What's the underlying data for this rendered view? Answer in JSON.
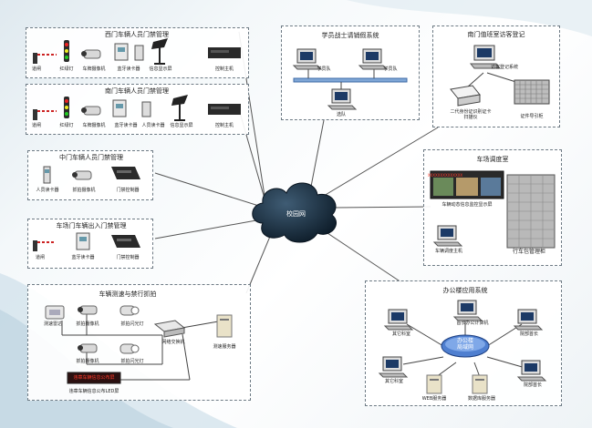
{
  "cloud_label": "校园网",
  "west_gate": {
    "title": "西门车辆人员门禁管理",
    "labels": [
      "道闸",
      "红绿灯",
      "车牌摄像机",
      "蓝牙读卡器",
      "信息显示屏",
      "控制主机"
    ]
  },
  "south_gate": {
    "title": "南门车辆人员门禁管理",
    "labels": [
      "道闸",
      "红绿灯",
      "车牌摄像机",
      "蓝牙读卡器",
      "人员读卡器",
      "信息显示屏",
      "控制主机"
    ]
  },
  "middle_gate": {
    "title": "中门车辆人员门禁管理",
    "labels": [
      "人员读卡器",
      "抓拍摄像机",
      "门禁控制器"
    ]
  },
  "parking_gate": {
    "title": "车场门车辆出入门禁管理",
    "labels": [
      "道闸",
      "蓝牙读卡器",
      "门禁控制器"
    ]
  },
  "speed": {
    "title": "车辆测速与禁行抓拍",
    "labels": [
      "测速雷达",
      "抓拍摄像机",
      "抓拍闪光灯",
      "抓拍摄像机",
      "抓拍闪光灯",
      "网络交换机",
      "测速服务器",
      "违章车辆信息公布LED屏"
    ]
  },
  "leave": {
    "title": "学员战士请销假系统",
    "labels": [
      "学员队",
      "学员队",
      "选队"
    ]
  },
  "guard_room": {
    "title": "南门值班室访客登记",
    "labels": [
      "访客登记系统",
      "二代身份证识别证卡扫描仪",
      "证件导引柜"
    ]
  },
  "dispatch": {
    "title": "车场调度室",
    "labels": [
      "车辆动态信息监控显示屏",
      "车辆调度主机",
      "行车包管理柜"
    ],
    "screen_text": "XXXXXXXXXXXXXX"
  },
  "office": {
    "title": "办公楼应用系统",
    "lan_label_1": "办公楼",
    "lan_label_2": "局域网",
    "labels": [
      "首长办公计算机",
      "其它科室",
      "院部首长",
      "其它科室",
      "院部首长",
      "WEB服务器",
      "数据库服务器"
    ]
  },
  "led_text": "违章车辆信息公布屏"
}
